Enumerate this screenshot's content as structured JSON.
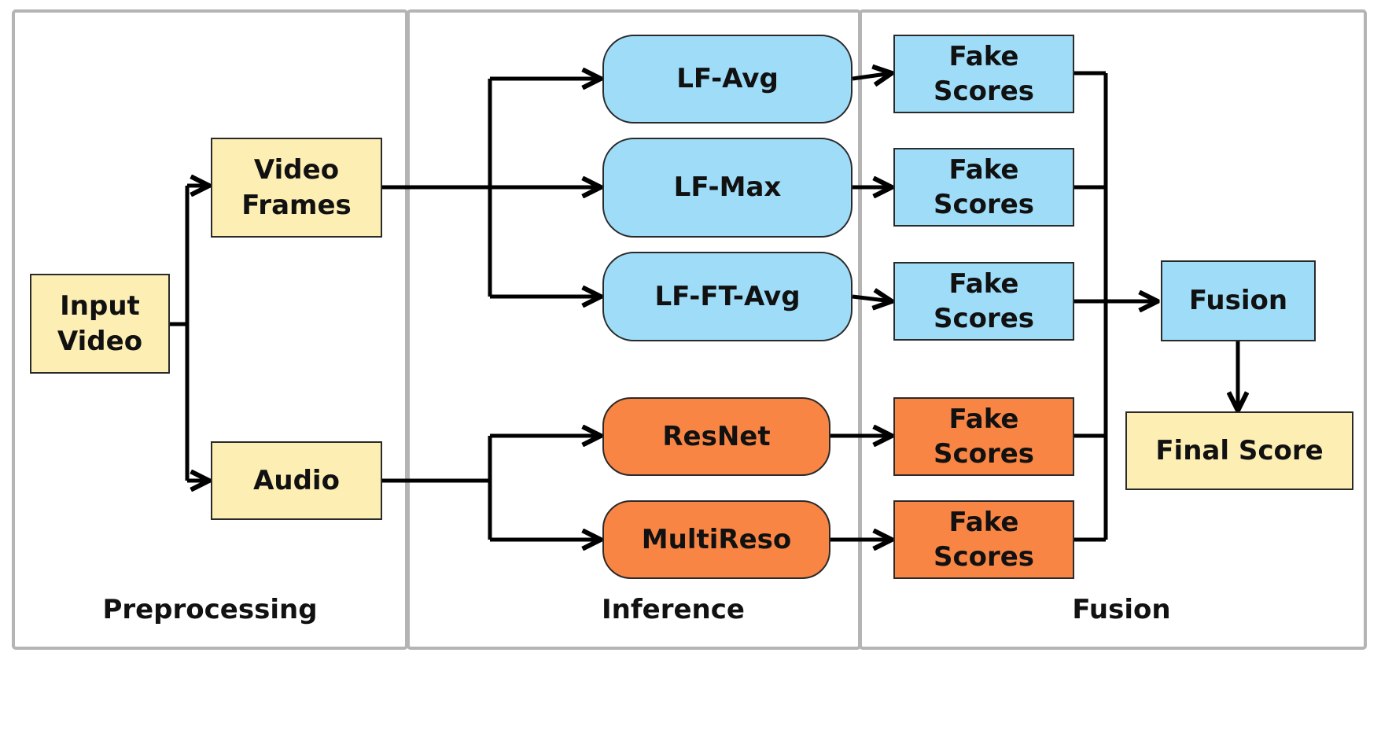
{
  "colors": {
    "prep_fill": "#fdeeb3",
    "video_model_fill": "#9edcf8",
    "audio_model_fill": "#f98545",
    "panel_border": "#b4b4b4",
    "arrow": "#000000"
  },
  "panels": {
    "preprocessing": "Preprocessing",
    "inference": "Inference",
    "fusion": "Fusion"
  },
  "nodes": {
    "input_video": "Input\nVideo",
    "video_frames": "Video\nFrames",
    "audio": "Audio",
    "lf_avg": "LF-Avg",
    "lf_max": "LF-Max",
    "lf_ft_avg": "LF-FT-Avg",
    "resnet": "ResNet",
    "multireso": "MultiReso",
    "fake_scores": [
      "Fake Scores",
      "Fake Scores",
      "Fake Scores",
      "Fake Scores",
      "Fake Scores"
    ],
    "fusion": "Fusion",
    "final_score": "Final Score"
  }
}
